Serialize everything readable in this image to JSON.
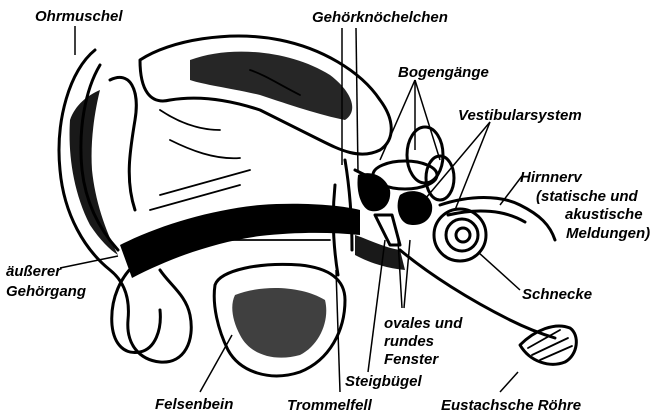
{
  "labels": {
    "ohrmuschel": "Ohrmuschel",
    "gehoerknoechelchen": "Gehörknöchelchen",
    "bogengaenge": "Bogengänge",
    "vestibularsystem": "Vestibularsystem",
    "hirnnerv_1": "Hirnnerv",
    "hirnnerv_2": "(statische und",
    "hirnnerv_3": "akustische",
    "hirnnerv_4": "Meldungen)",
    "gehoergang_1": "äußerer",
    "gehoergang_2": "Gehörgang",
    "schnecke": "Schnecke",
    "fenster_1": "ovales und",
    "fenster_2": "rundes",
    "fenster_3": "Fenster",
    "steigbuegel": "Steigbügel",
    "felsenbein": "Felsenbein",
    "trommelfell": "Trommelfell",
    "eustachsche_roehre": "Eustachsche Röhre"
  }
}
